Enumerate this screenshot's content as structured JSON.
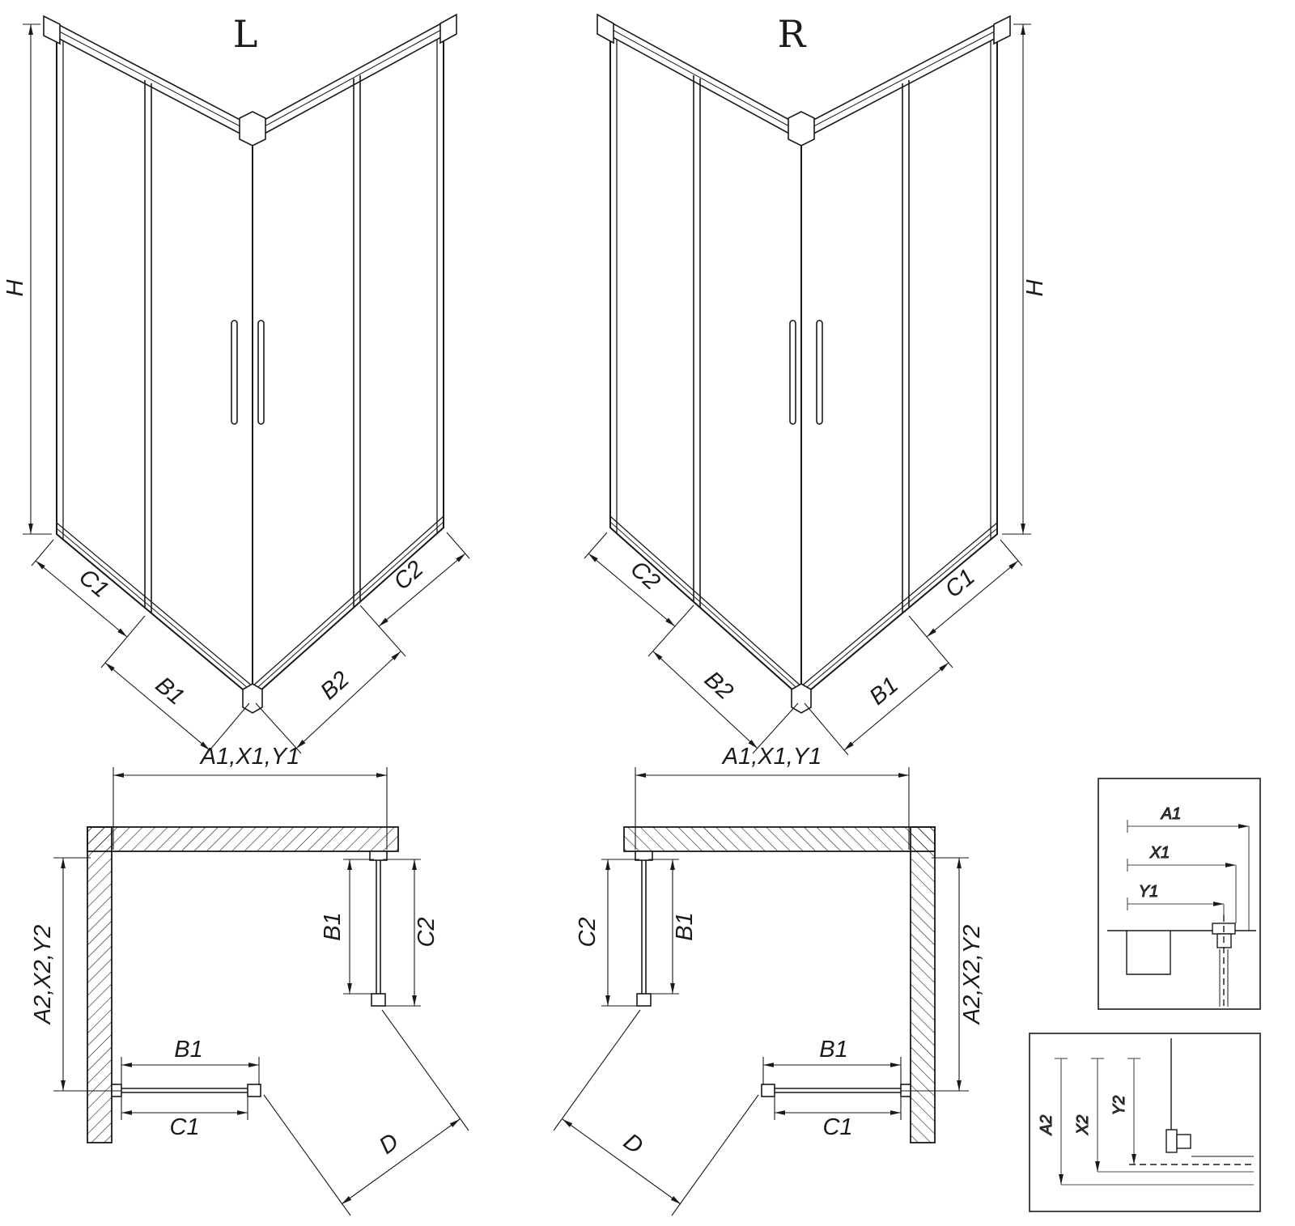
{
  "drawing": {
    "iso_left": {
      "variant": "L",
      "h": "H",
      "outer_left": "C1",
      "inner_left": "B1",
      "inner_right": "B2",
      "outer_right": "C2"
    },
    "iso_right": {
      "variant": "R",
      "h": "H",
      "outer_left": "C2",
      "inner_left": "B2",
      "inner_right": "B1",
      "outer_right": "C1"
    },
    "plan_left": {
      "width": "A1,X1,Y1",
      "depth": "A2,X2,Y2",
      "side_door": "B1",
      "side_fixed": "C2",
      "front_door": "B1",
      "front_fixed": "C1",
      "diagonal": "D"
    },
    "plan_right": {
      "width": "A1,X1,Y1",
      "depth": "A2,X2,Y2",
      "side_door": "B1",
      "side_fixed": "C2",
      "front_door": "B1",
      "front_fixed": "C1",
      "diagonal": "D"
    },
    "detail_width": {
      "a": "A1",
      "x": "X1",
      "y": "Y1"
    },
    "detail_depth": {
      "a": "A2",
      "x": "X2",
      "y": "Y2"
    }
  },
  "colors": {
    "line": "#1a1a1a",
    "background": "#ffffff"
  }
}
